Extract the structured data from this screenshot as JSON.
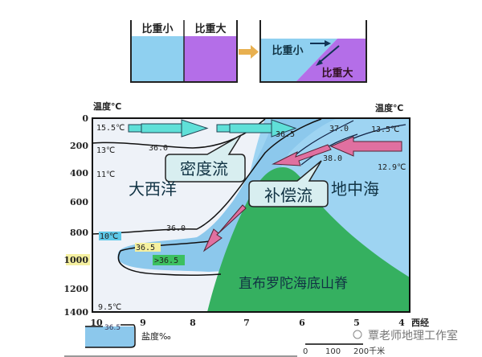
{
  "beakers": {
    "left_label_low": "比重小",
    "left_label_high": "比重大",
    "right_label_low": "比重小",
    "right_label_high": "比重大"
  },
  "axes": {
    "y_title_left": "温度℃",
    "y_title_right": "温度℃",
    "y_ticks": [
      "0",
      "200",
      "400",
      "600",
      "800",
      "1000",
      "1200",
      "1400"
    ],
    "x_ticks": [
      "10",
      "9",
      "8",
      "7",
      "6",
      "5",
      "4"
    ],
    "x_unit": "西经"
  },
  "labels": {
    "density_current": "密度流",
    "compensation_current": "补偿流",
    "atlantic": "大西洋",
    "mediterranean": "地中海",
    "ridge": "直布罗陀海底山脊"
  },
  "annotations": {
    "t_15_5": "15.5℃",
    "t_13": "13℃",
    "t_11": "11℃",
    "t_10": "10℃",
    "t_9_5": "9.5℃",
    "t_13_5": "13.5℃",
    "t_12_9": "12.9℃",
    "s_36_0_top": "36.0",
    "s_36_5_top": "36.5",
    "s_37_0": "37.0",
    "s_38_0": "38.0",
    "s_36_0_deep": "36.0",
    "s_36_5_deep": "36.5",
    "s_gt_36_5": ">36.5"
  },
  "legend": {
    "value": "36.5",
    "label": "盐度‰"
  },
  "scale": {
    "ticks": [
      "0",
      "100",
      "200千米"
    ]
  },
  "watermark": "覃老师地理工作室",
  "colors": {
    "low_density": "#8fd0f0",
    "high_density": "#b46ee8",
    "mediterranean": "#9ed4f2",
    "atlantic": "#eef2f8",
    "ridge": "#35b060",
    "density_arrow": "#5fe0d8",
    "compensation_arrow": "#e070a0"
  }
}
